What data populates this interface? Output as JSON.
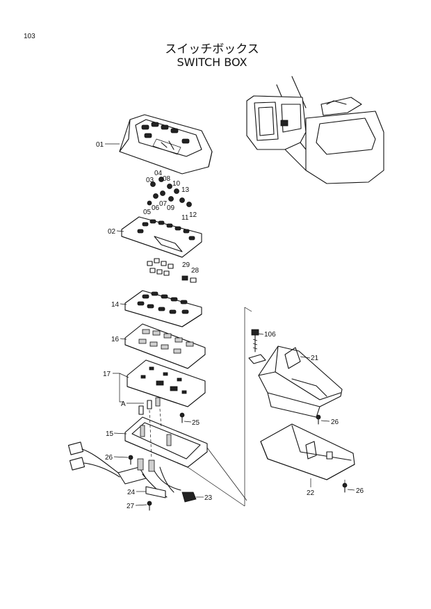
{
  "page_number": "103",
  "title_jp": "スイッチボックス",
  "title_en": "SWITCH BOX",
  "callouts": {
    "p01": "01",
    "p02": "02",
    "p03": "03",
    "p04": "04",
    "p05": "05",
    "p06": "06",
    "p07": "07",
    "p08": "08",
    "p09": "09",
    "p10": "10",
    "p11": "11",
    "p12": "12",
    "p13": "13",
    "p14": "14",
    "p15": "15",
    "p16": "16",
    "p17": "17",
    "p21": "21",
    "p22": "22",
    "p23": "23",
    "p24": "24",
    "p25": "25",
    "p26a": "26",
    "p26b": "26",
    "p26c": "26",
    "p27": "27",
    "p28": "28",
    "p29": "29",
    "p106": "106",
    "ref_a": "A"
  }
}
